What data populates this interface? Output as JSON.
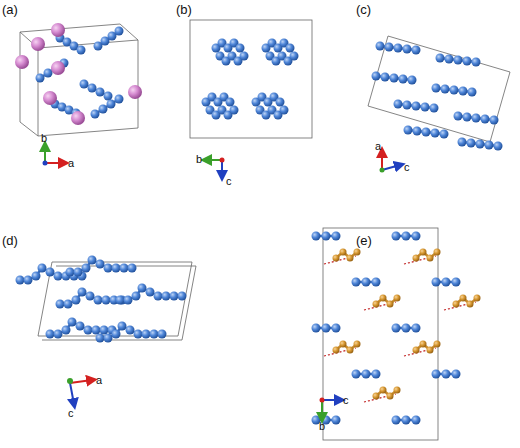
{
  "diagram": {
    "labels": [
      "(a)",
      "(b)",
      "(c)",
      "(d)",
      "(e)",
      "b",
      "a",
      "b",
      "c",
      "a",
      "c",
      "a",
      "c",
      "c",
      "b"
    ]
  }
}
